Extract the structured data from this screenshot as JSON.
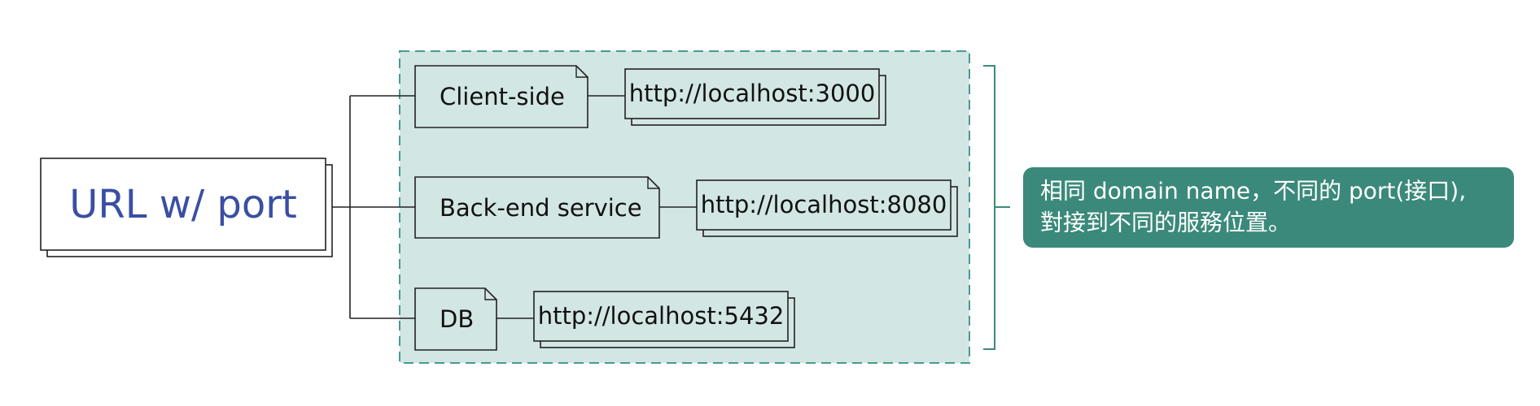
{
  "root": {
    "label": "URL w/ port"
  },
  "services": [
    {
      "name": "Client-side",
      "url": "http://localhost:3000"
    },
    {
      "name": "Back-end service",
      "url": "http://localhost:8080"
    },
    {
      "name": "DB",
      "url": "http://localhost:5432"
    }
  ],
  "note": {
    "line1": "相同 domain name，不同的 port(接口),",
    "line2": "對接到不同的服務位置。"
  },
  "colors": {
    "group_fill": "#d2e6e4",
    "group_border": "#4a9a90",
    "accent_blue": "#3a4fa3",
    "note_fill": "#3b897b",
    "line": "#222222"
  }
}
